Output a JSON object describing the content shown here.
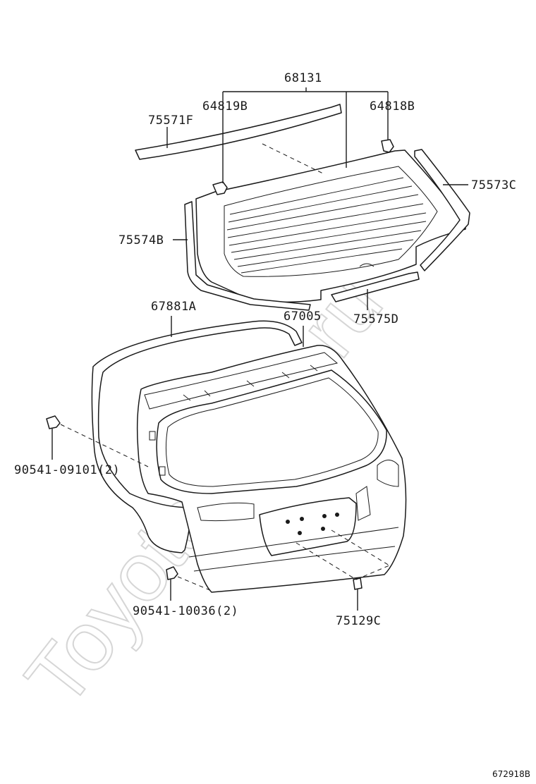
{
  "watermark": "ToyotaCars.ru",
  "diagram_code": "672918B",
  "labels": {
    "p68131": "68131",
    "p64819B": "64819B",
    "p64818B": "64818B",
    "p75571F": "75571F",
    "p75573C": "75573C",
    "p75574B": "75574B",
    "p75575D": "75575D",
    "p67881A": "67881A",
    "p67005": "67005",
    "p90541_09101": "90541-09101(2)",
    "p90541_10036": "90541-10036(2)",
    "p75129C": "75129C"
  }
}
